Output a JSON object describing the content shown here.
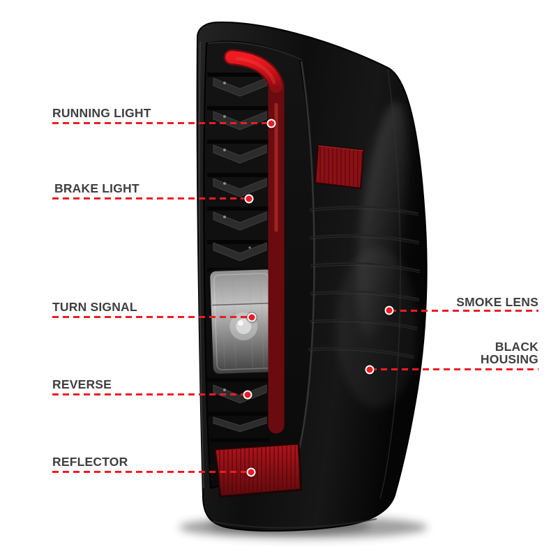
{
  "colors": {
    "accent_red": "#ed1c24",
    "label_text": "#3f3f3f",
    "background": "#ffffff",
    "housing_black": "#0d0d0d",
    "light_bar_red": "#c81118"
  },
  "callouts": {
    "left": [
      {
        "label": "RUNNING LIGHT"
      },
      {
        "label": "BRAKE LIGHT"
      },
      {
        "label": "TURN SIGNAL"
      },
      {
        "label": "REVERSE"
      },
      {
        "label": "REFLECTOR"
      }
    ],
    "right": [
      {
        "label": "SMOKE LENS"
      },
      {
        "label": "BLACK HOUSING"
      }
    ]
  }
}
